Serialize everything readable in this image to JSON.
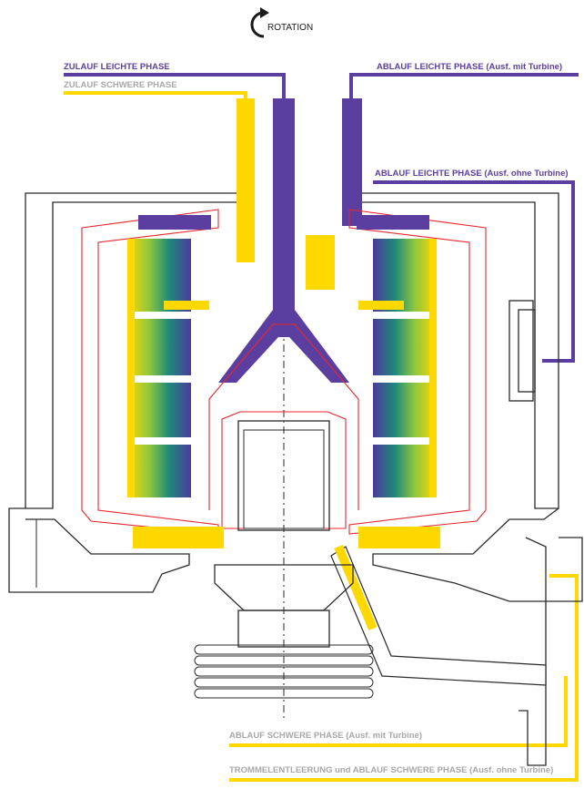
{
  "rotation_label": "ROTATION",
  "labels": {
    "zulauf_leichte": "ZULAUF LEICHTE PHASE",
    "zulauf_schwere": "ZULAUF SCHWERE PHASE",
    "ablauf_leichte_mit": "ABLAUF LEICHTE PHASE  (Ausf. mit Turbine)",
    "ablauf_leichte_ohne": "ABLAUF LEICHTE PHASE (Ausf. ohne Turbine)",
    "ablauf_schwere_mit": "ABLAUF SCHWERE PHASE (Ausf. mit Turbine)",
    "trommel_entleerung": "TROMMELENTLEERUNG und ABLAUF SCHWERE PHASE (Ausf. ohne Turbine)"
  },
  "colors": {
    "light_phase": "#5b3fa0",
    "heavy_phase": "#ffd800",
    "housing": "#2a2a2a",
    "bowl": "#e8262c",
    "gradient": [
      "#ffd800",
      "#4aa84a",
      "#1f7a8c",
      "#4a3a9c"
    ]
  }
}
